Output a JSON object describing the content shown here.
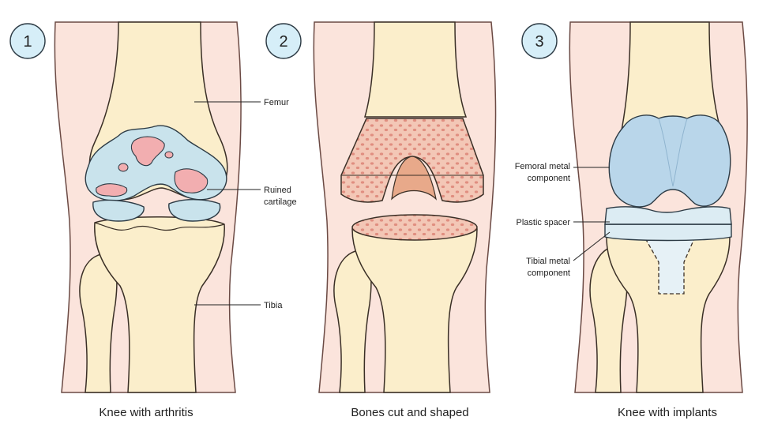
{
  "colors": {
    "skin": "#fbe4dc",
    "skin_outline": "#6b4a44",
    "bone": "#fbeecb",
    "bone_outline": "#3a2f26",
    "cartilage": "#c9e3ec",
    "damage": "#f2aeb0",
    "cut_surface": "#f3c7b6",
    "cut_dots": "#e08e80",
    "femoral_component": "#b9d6ea",
    "spacer": "#dcecf3",
    "tibial_stem": "#e6f1f6",
    "badge_fill": "#d6eef8",
    "badge_stroke": "#2d3b45"
  },
  "panels": [
    {
      "number": "1",
      "caption": "Knee with arthritis",
      "labels": [
        {
          "text": "Femur"
        },
        {
          "text": "Ruined",
          "text2": "cartilage"
        },
        {
          "text": "Tibia"
        }
      ]
    },
    {
      "number": "2",
      "caption": "Bones cut and shaped",
      "labels": []
    },
    {
      "number": "3",
      "caption": "Knee with implants",
      "labels": [
        {
          "text": "Femoral metal",
          "text2": "component"
        },
        {
          "text": "Plastic spacer"
        },
        {
          "text": "Tibial metal",
          "text2": "component"
        }
      ]
    }
  ]
}
